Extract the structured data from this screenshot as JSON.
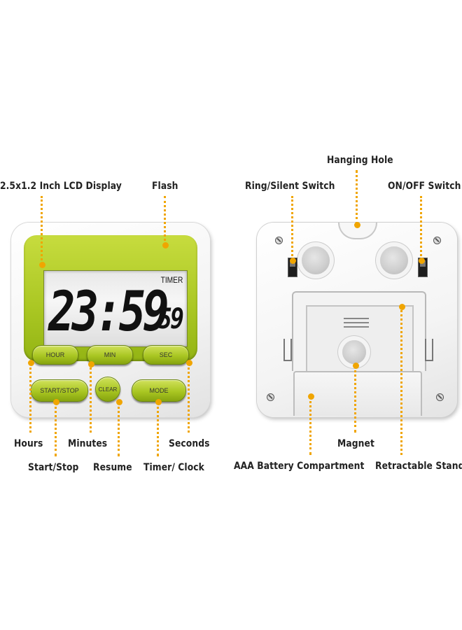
{
  "labels": {
    "lcd_display": "2.5x1.2 Inch LCD Display",
    "flash": "Flash",
    "hours": "Hours",
    "minutes": "Minutes",
    "seconds": "Seconds",
    "start_stop": "Start/Stop",
    "resume": "Resume",
    "timer_clock": "Timer/ Clock",
    "hanging_hole": "Hanging Hole",
    "ring_silent": "Ring/Silent Switch",
    "on_off": "ON/OFF Switch",
    "magnet": "Magnet",
    "battery": "AAA Battery Compartment",
    "stand": "Retractable Stand"
  },
  "display": {
    "mode": "TIMER",
    "main_digits": "23:59",
    "small_digits": "59"
  },
  "buttons": {
    "hour": "HOUR",
    "min": "MIN",
    "sec": "SEC",
    "start_stop": "START/STOP",
    "clear": "CLEAR",
    "mode": "MODE"
  },
  "colors": {
    "accent": "#f0a500",
    "body_green": "#a9c622"
  }
}
